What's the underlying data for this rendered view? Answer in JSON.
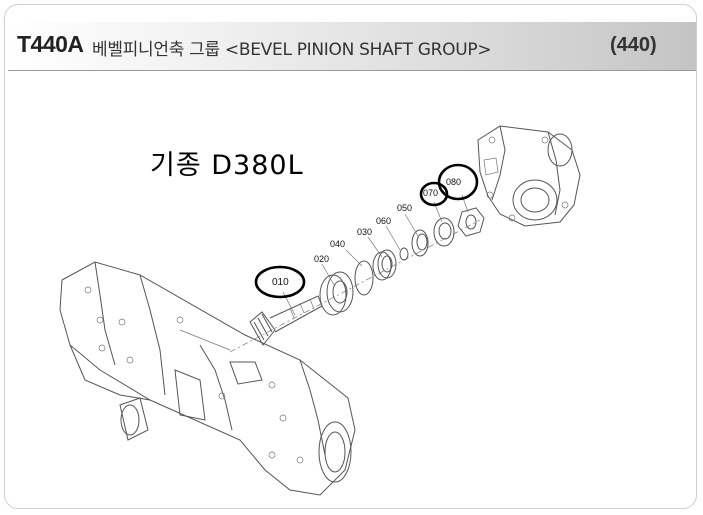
{
  "header": {
    "code": "T440A",
    "title": "베벨피니언축 그룹 <BEVEL PINION SHAFT GROUP>",
    "page_number": "(440)"
  },
  "model": {
    "label": "기종 D380L"
  },
  "parts": [
    {
      "code": "010",
      "highlighted": true
    },
    {
      "code": "020",
      "highlighted": false
    },
    {
      "code": "030",
      "highlighted": false
    },
    {
      "code": "040",
      "highlighted": false
    },
    {
      "code": "050",
      "highlighted": false
    },
    {
      "code": "060",
      "highlighted": false
    },
    {
      "code": "070",
      "highlighted": true
    },
    {
      "code": "080",
      "highlighted": true
    }
  ]
}
